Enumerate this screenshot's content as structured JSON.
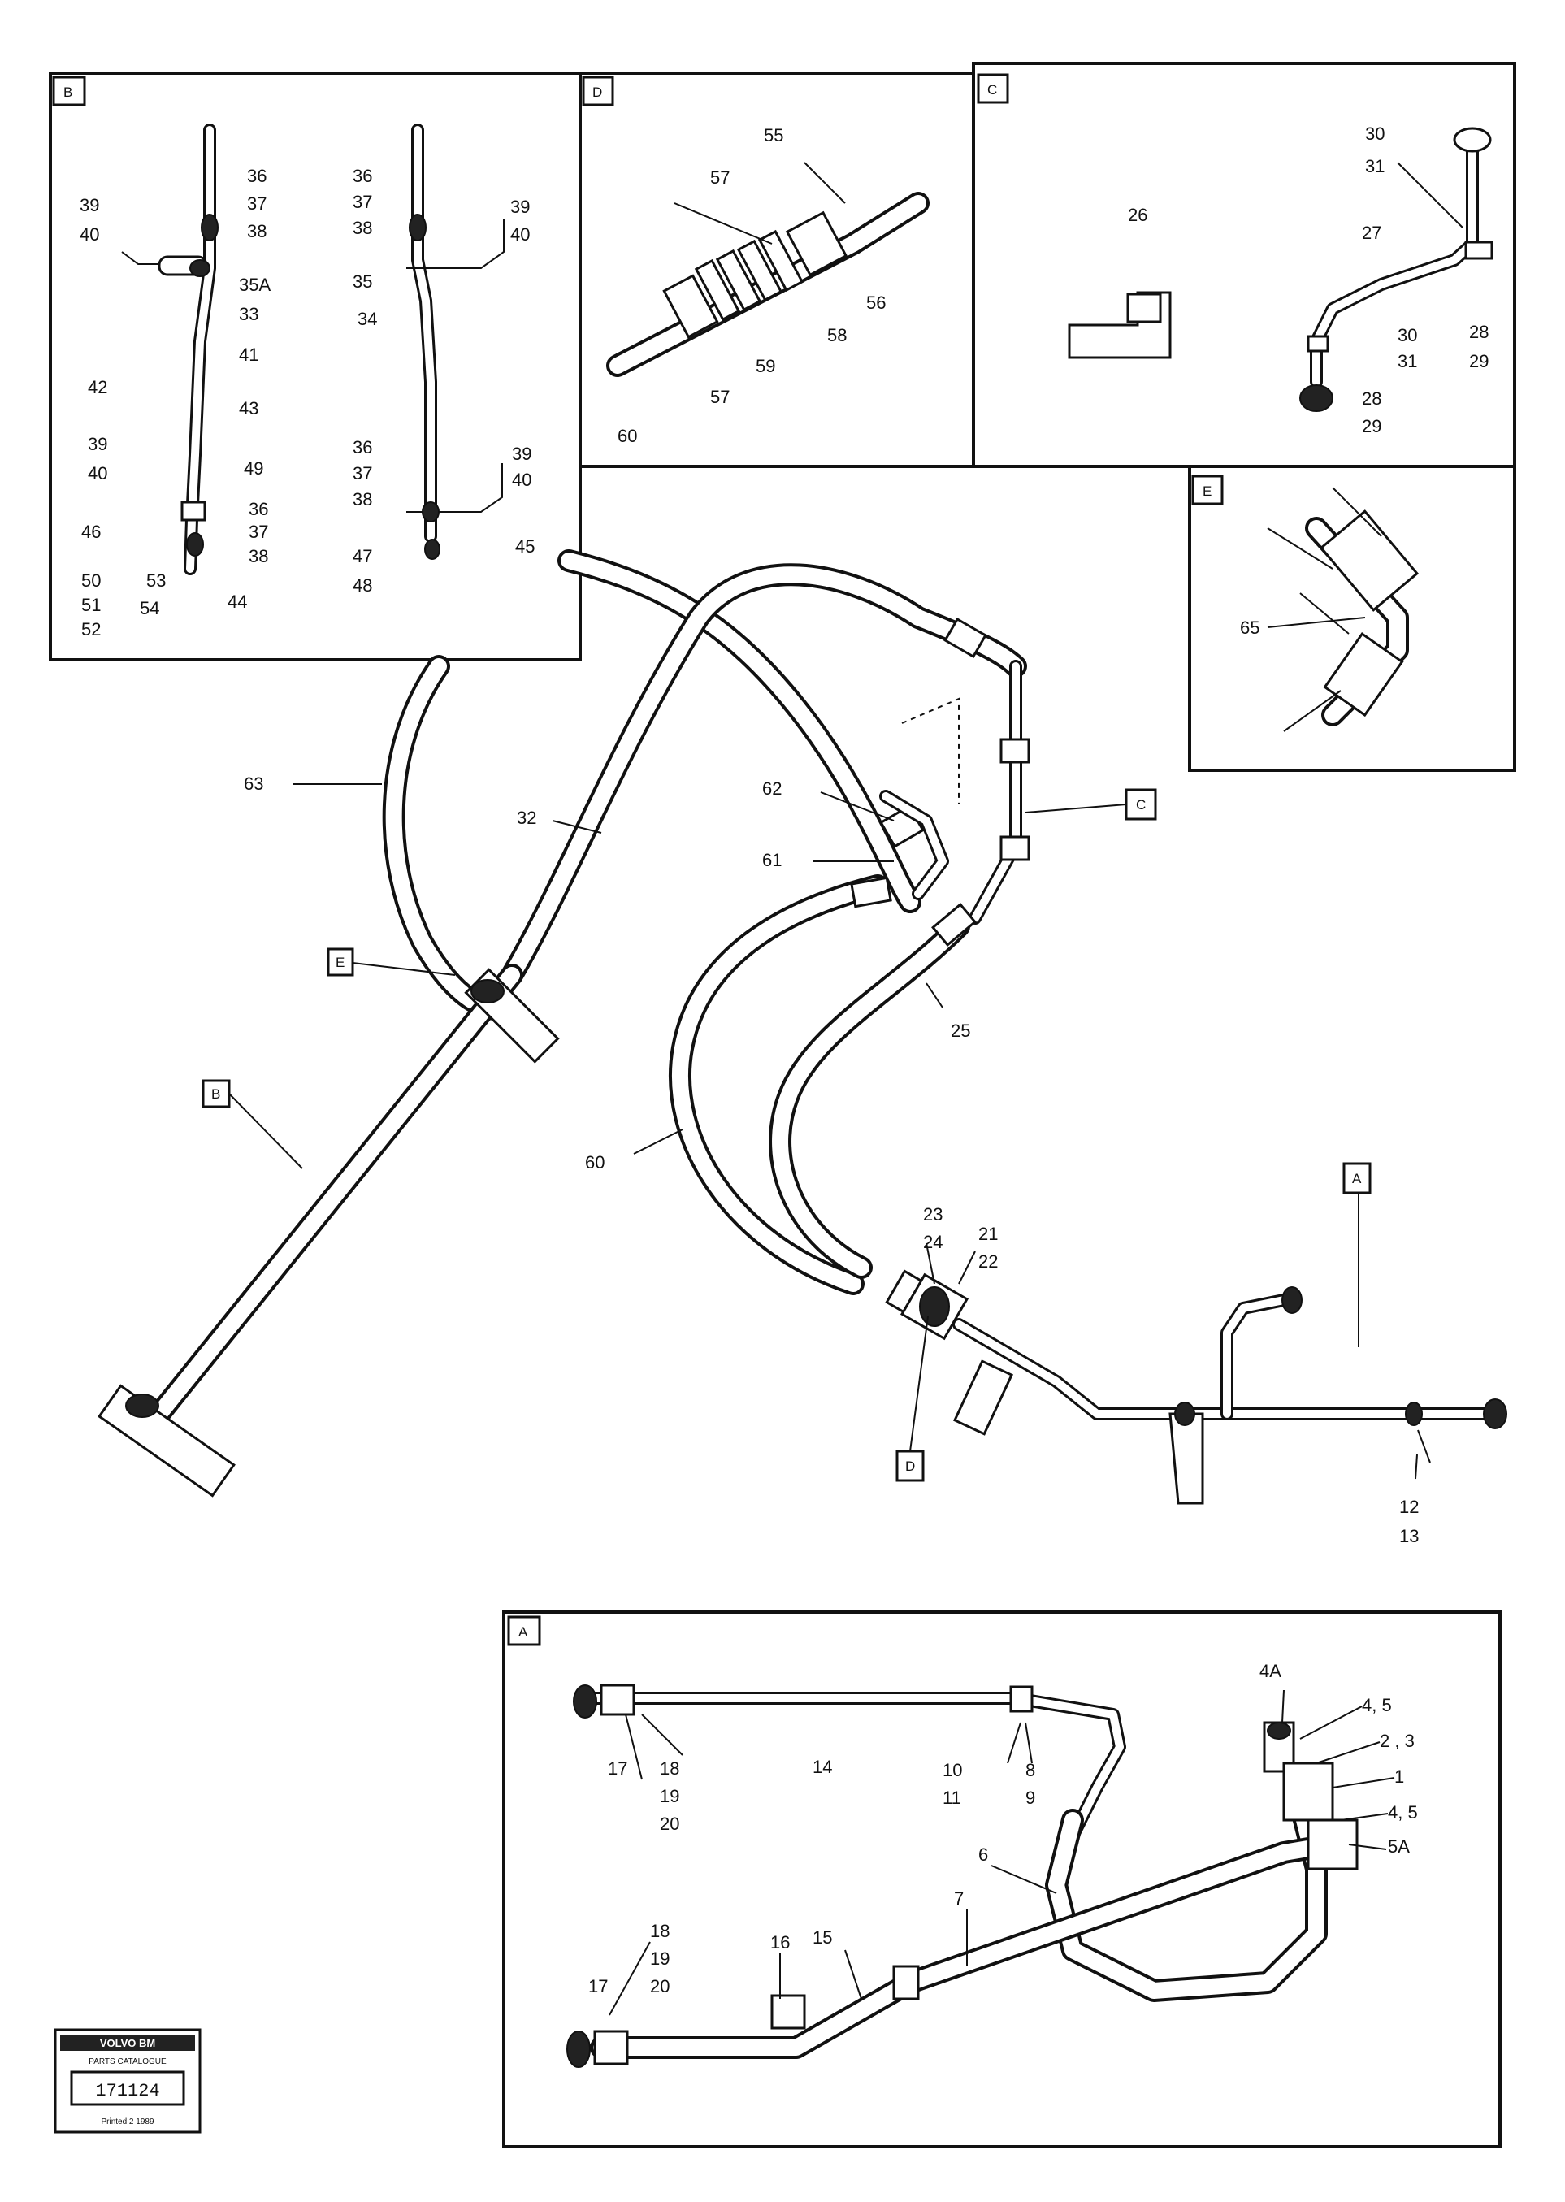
{
  "detail_views": {
    "B": {
      "tag": "B",
      "labels": [
        "36",
        "37",
        "38",
        "39",
        "40",
        "35A",
        "33",
        "41",
        "42",
        "43",
        "39",
        "40",
        "49",
        "36",
        "37",
        "38",
        "46",
        "50",
        "51",
        "52",
        "53",
        "54",
        "44",
        "36",
        "37",
        "38",
        "35",
        "34",
        "39",
        "40",
        "36",
        "37",
        "38",
        "39",
        "40",
        "47",
        "48",
        "45"
      ]
    },
    "D": {
      "tag": "D",
      "labels": [
        "55",
        "57",
        "56",
        "58",
        "59",
        "57",
        "60"
      ]
    },
    "C": {
      "tag": "C",
      "labels": [
        "26",
        "30",
        "31",
        "27",
        "30",
        "31",
        "28",
        "29",
        "28",
        "29"
      ]
    },
    "E": {
      "tag": "E",
      "labels": [
        "65"
      ]
    },
    "A": {
      "tag": "A",
      "labels": [
        "17",
        "18",
        "19",
        "20",
        "14",
        "10",
        "11",
        "8",
        "9",
        "4A",
        "4, 5",
        "2 , 3",
        "1",
        "4, 5",
        "5A",
        "6",
        "7",
        "16",
        "15",
        "18",
        "19",
        "20",
        "17"
      ]
    }
  },
  "main_view": {
    "labels": [
      "63",
      "32",
      "62",
      "61",
      "25",
      "60",
      "23",
      "24",
      "21",
      "22",
      "12",
      "13"
    ],
    "ref_tags": [
      "E",
      "B",
      "C",
      "D",
      "A"
    ]
  },
  "stamp": {
    "line1": "VOLVO BM",
    "line2": "PARTS CATALOGUE",
    "code": "171124",
    "line3": "Printed 2 1989"
  }
}
